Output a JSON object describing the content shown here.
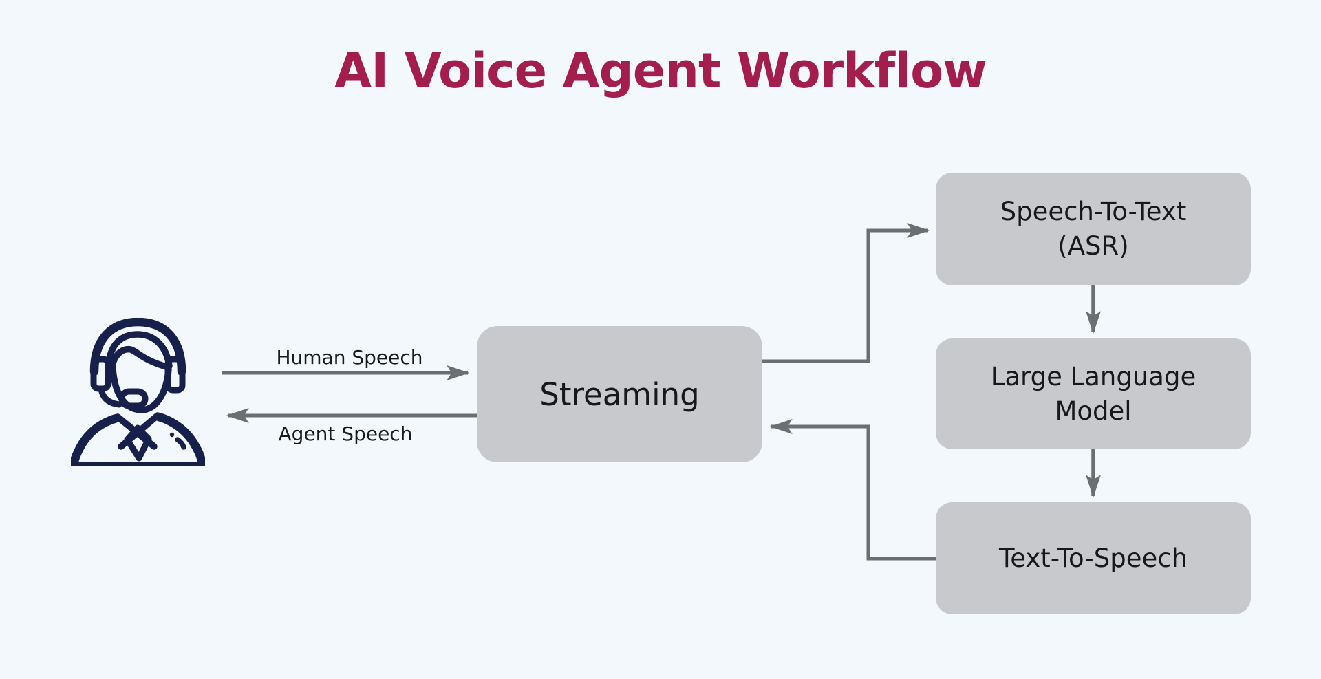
{
  "title": "AI Voice Agent Workflow",
  "theme": {
    "background": "#f2f8fb",
    "title_color": "#a41e4d",
    "node_fill": "#c8c9cc",
    "node_text_color": "#18181a",
    "arrow_color": "#6b6f72",
    "icon_color": "#16204a"
  },
  "actor": {
    "icon": "headset-agent-icon",
    "description": "human caller wearing headset with microphone"
  },
  "edge_labels": {
    "human_speech": "Human Speech",
    "agent_speech": "Agent Speech"
  },
  "nodes": {
    "streaming": {
      "label": "Streaming"
    },
    "speech_to_text": {
      "line1": "Speech-To-Text",
      "line2": "(ASR)"
    },
    "large_language_model": {
      "line1": "Large Language",
      "line2": "Model"
    },
    "text_to_speech": {
      "line1": "Text-To-Speech"
    }
  }
}
